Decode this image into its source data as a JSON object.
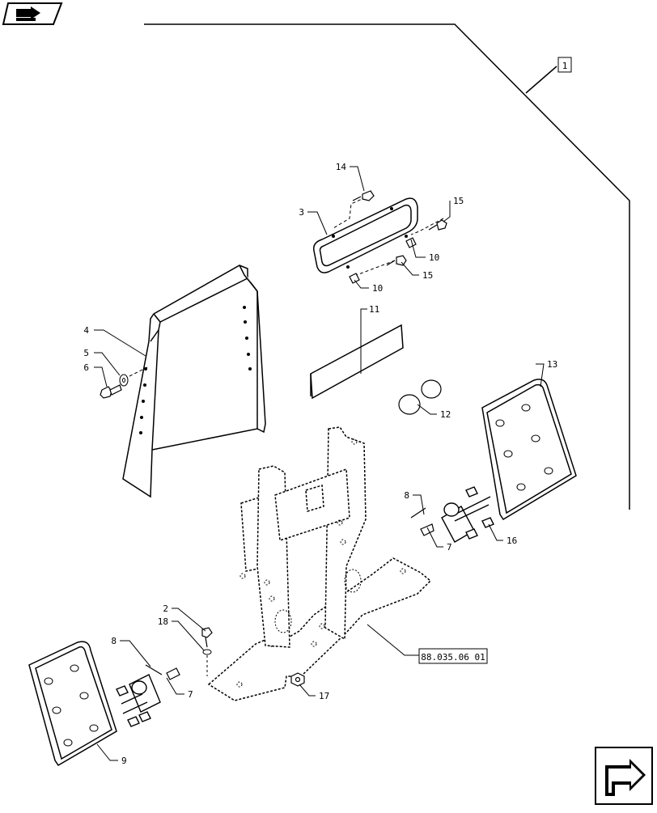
{
  "page": {
    "callout_ref": "88.035.06 01",
    "nav_prev_icon": "book-arrow-icon",
    "nav_next_icon": "next-page-arrow-icon"
  },
  "diagram": {
    "assembly_label": "1",
    "callouts": {
      "c2": "2",
      "c3": "3",
      "c4": "4",
      "c5": "5",
      "c6": "6",
      "c7a": "7",
      "c7b": "7",
      "c8a": "8",
      "c8b": "8",
      "c9": "9",
      "c10a": "10",
      "c10b": "10",
      "c11": "11",
      "c12": "12",
      "c13": "13",
      "c14": "14",
      "c15a": "15",
      "c15b": "15",
      "c16": "16",
      "c17": "17",
      "c18": "18"
    }
  },
  "colors": {
    "ink": "#000000",
    "paper": "#ffffff"
  }
}
